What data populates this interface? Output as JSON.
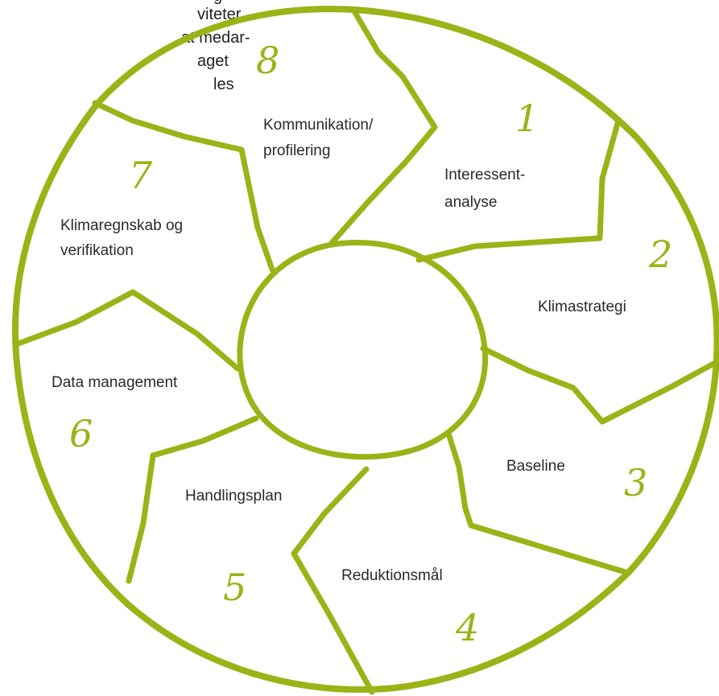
{
  "colors": {
    "line": "#9bb317",
    "number": "#9bb317",
    "text": "#2a2a2a"
  },
  "intro_text": [
    "g",
    "viteter.",
    "at medar-",
    "aget",
    "les"
  ],
  "segments": [
    {
      "number": "1",
      "label_lines": [
        "Interessent-",
        "analyse"
      ]
    },
    {
      "number": "2",
      "label_lines": [
        "Klimastrategi"
      ]
    },
    {
      "number": "3",
      "label_lines": [
        "Baseline"
      ]
    },
    {
      "number": "4",
      "label_lines": [
        "Reduktionsmål"
      ]
    },
    {
      "number": "5",
      "label_lines": [
        "Handlingsplan"
      ]
    },
    {
      "number": "6",
      "label_lines": [
        "Data management"
      ]
    },
    {
      "number": "7",
      "label_lines": [
        "Klimaregnskab og",
        "verifikation"
      ]
    },
    {
      "number": "8",
      "label_lines": [
        "Kommunikation/",
        "profilering"
      ]
    }
  ]
}
